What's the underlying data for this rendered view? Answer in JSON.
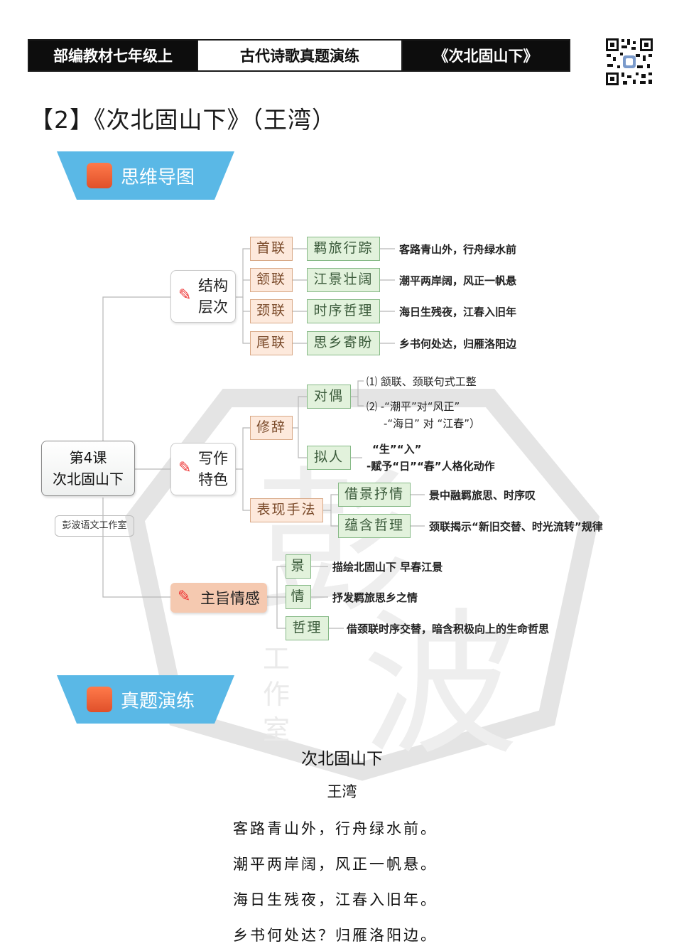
{
  "header": {
    "left": "部编教材七年级上",
    "center": "古代诗歌真题演练",
    "right": "《次北固山下》"
  },
  "page_title": "【2】《次北固山下》（王湾）",
  "banners": {
    "mindmap": "思维导图",
    "practice": "真题演练"
  },
  "mindmap": {
    "root": {
      "line1": "第4课",
      "line2": "次北固山下"
    },
    "studio": "彭波语文工作室",
    "structure": {
      "label1": "结构",
      "label2": "层次",
      "rows": [
        {
          "part": "首联",
          "theme": "羁旅行踪",
          "text": "客路青山外，行舟绿水前"
        },
        {
          "part": "颔联",
          "theme": "江景壮阔",
          "text": "潮平两岸阔，风正一帆悬"
        },
        {
          "part": "颈联",
          "theme": "时序哲理",
          "text": "海日生残夜，江春入旧年"
        },
        {
          "part": "尾联",
          "theme": "思乡寄盼",
          "text": "乡书何处达，归雁洛阳边"
        }
      ]
    },
    "writing": {
      "label1": "写作",
      "label2": "特色",
      "rhetoric": {
        "label": "修辞",
        "duiou": {
          "label": "对偶",
          "n1": "⑴ 颔联、颈联句式工整",
          "n2a": "⑵ -“潮平”对“风正”",
          "n2b": "-“海日” 对 “江春”）"
        },
        "niren": {
          "label": "拟人",
          "t1": "“生”“入”",
          "t2": "-赋予“日”“春”人格化动作"
        }
      },
      "technique": {
        "label": "表现手法",
        "items": [
          {
            "label": "借景抒情",
            "text": "景中融羁旅思、时序叹"
          },
          {
            "label": "蕴含哲理",
            "text": "颈联揭示“新旧交替、时光流转”规律"
          }
        ]
      }
    },
    "theme": {
      "label": "主旨情感",
      "items": [
        {
          "label": "景",
          "text": "描绘北固山下 早春江景"
        },
        {
          "label": "情",
          "text": "抒发羁旅思乡之情"
        },
        {
          "label": "哲理",
          "text": "借颈联时序交替，暗含积极向上的生命哲思"
        }
      ]
    }
  },
  "poem": {
    "title": "次北固山下",
    "author": "王湾",
    "lines": [
      "客路青山外，行舟绿水前。",
      "潮平两岸阔，风正一帆悬。",
      "海日生残夜，江春入旧年。",
      "乡书何处达？归雁洛阳边。"
    ]
  },
  "watermark_text": "彭波 工作室",
  "colors": {
    "banner": "#5ab8e6",
    "orange_box": "#fde9dc",
    "green_box": "#e2f2dc",
    "pen_icon": "#e33333"
  }
}
